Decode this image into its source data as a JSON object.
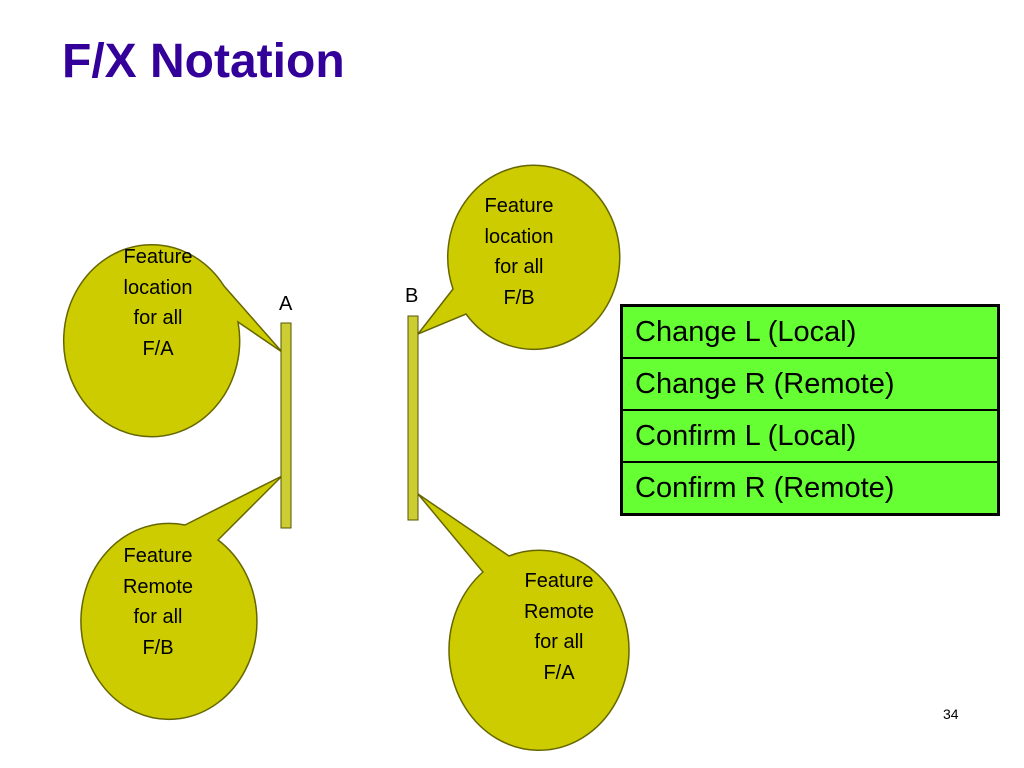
{
  "title": "F/X Notation",
  "colors": {
    "title": "#330099",
    "bubble_fill": "#cccc00",
    "bar_fill": "#cccc33",
    "table_fill": "#66ff33"
  },
  "nodes": {
    "a": "A",
    "b": "B"
  },
  "bubbles": [
    {
      "id": "location-a",
      "lines": [
        "Feature",
        "location",
        "for all",
        "F/A"
      ]
    },
    {
      "id": "location-b",
      "lines": [
        "Feature",
        "location",
        "for all",
        "F/B"
      ]
    },
    {
      "id": "remote-b",
      "lines": [
        "Feature",
        "Remote",
        "for all",
        "F/B"
      ]
    },
    {
      "id": "remote-a",
      "lines": [
        "Feature",
        "Remote",
        "for all",
        "F/A"
      ]
    }
  ],
  "table": [
    "Change L (Local)",
    "Change R (Remote)",
    "Confirm L (Local)",
    "Confirm R (Remote)"
  ],
  "page_number": "34"
}
